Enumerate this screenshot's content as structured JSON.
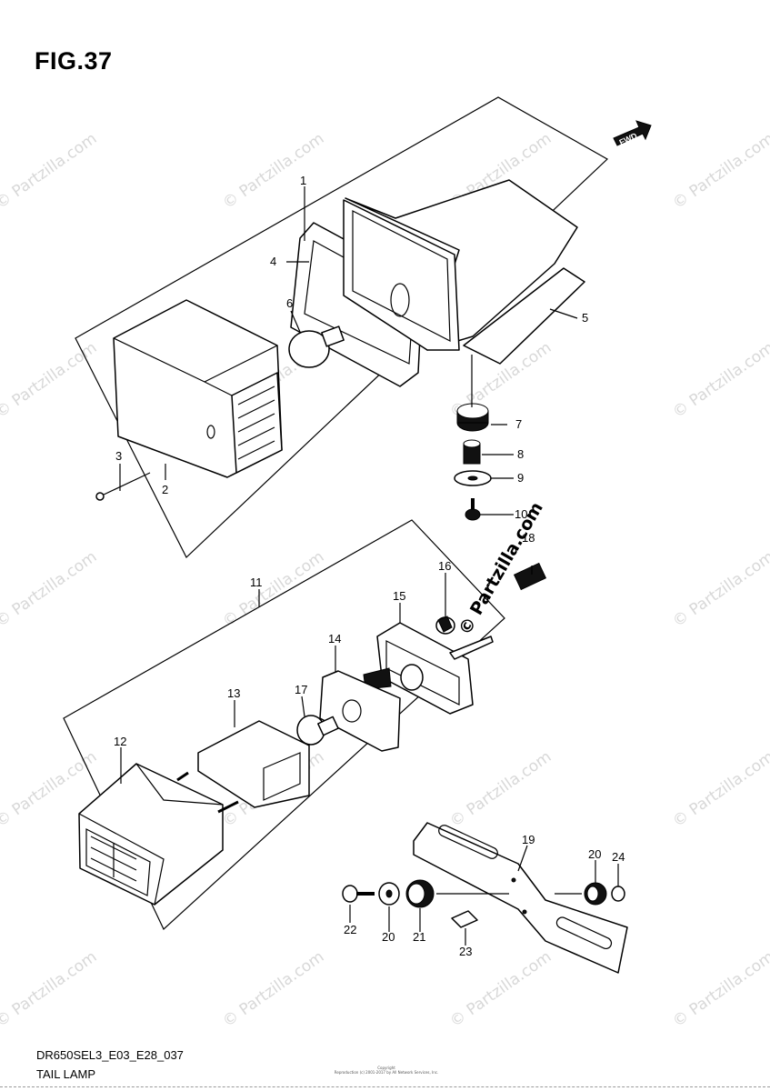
{
  "figure": {
    "title": "FIG.37",
    "code": "DR650SEL3_E03_E28_037",
    "name": "TAIL LAMP",
    "copyright": "Copyright\nReproduction (c) 2001-2017 by All Network Services, Inc."
  },
  "fwd_label": "FWD",
  "watermark": {
    "text": "© Partzilla.com"
  },
  "callouts": [
    {
      "id": "c1",
      "label": "1"
    },
    {
      "id": "c2",
      "label": "2"
    },
    {
      "id": "c3",
      "label": "3"
    },
    {
      "id": "c4",
      "label": "4"
    },
    {
      "id": "c5",
      "label": "5"
    },
    {
      "id": "c6",
      "label": "6"
    },
    {
      "id": "c7",
      "label": "7"
    },
    {
      "id": "c8",
      "label": "8"
    },
    {
      "id": "c9",
      "label": "9"
    },
    {
      "id": "c10",
      "label": "10"
    },
    {
      "id": "c11",
      "label": "11"
    },
    {
      "id": "c12",
      "label": "12"
    },
    {
      "id": "c13",
      "label": "13"
    },
    {
      "id": "c14",
      "label": "14"
    },
    {
      "id": "c15",
      "label": "15"
    },
    {
      "id": "c16",
      "label": "16"
    },
    {
      "id": "c17",
      "label": "17"
    },
    {
      "id": "c18",
      "label": "18"
    },
    {
      "id": "c19",
      "label": "19"
    },
    {
      "id": "c20a",
      "label": "20"
    },
    {
      "id": "c20b",
      "label": "20"
    },
    {
      "id": "c21",
      "label": "21"
    },
    {
      "id": "c22",
      "label": "22"
    },
    {
      "id": "c23",
      "label": "23"
    },
    {
      "id": "c24",
      "label": "24"
    }
  ]
}
